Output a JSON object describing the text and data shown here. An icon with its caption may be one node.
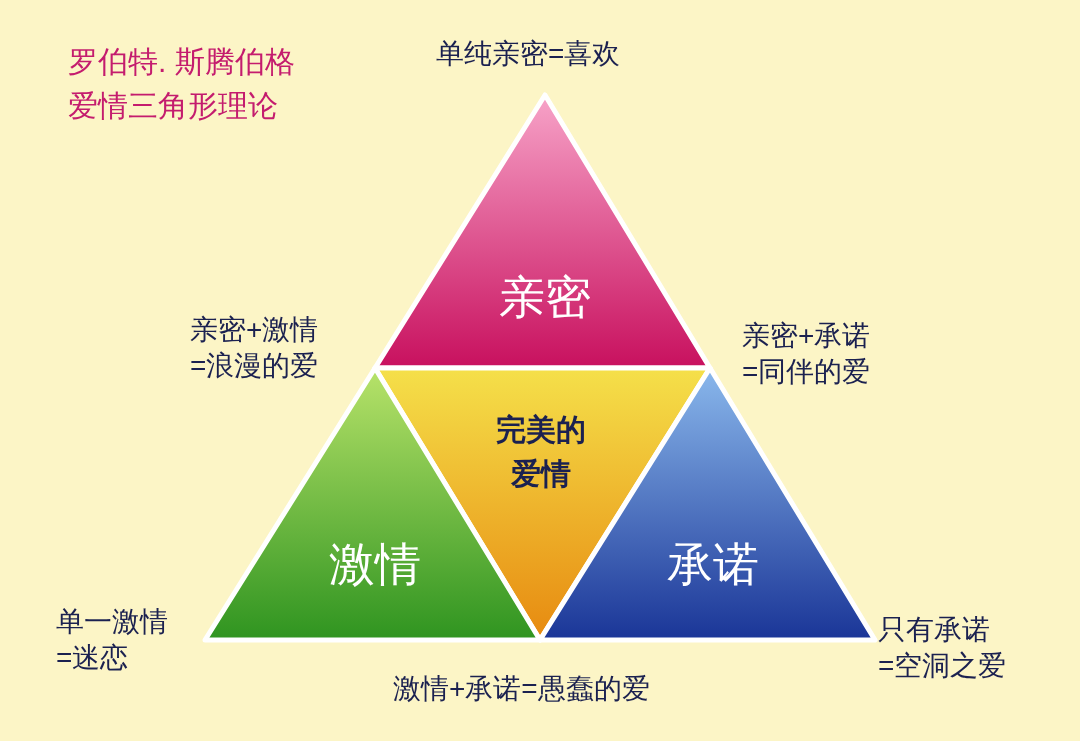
{
  "diagram": {
    "title": "罗伯特. 斯腾伯格爱情三角形理论",
    "nodes": [
      {
        "text": [
          "亲密"
        ]
      },
      {
        "text": [
          "完美的爱情"
        ]
      },
      {
        "text": [
          "激情"
        ]
      },
      {
        "text": [
          "承诺"
        ]
      }
    ],
    "labels": [
      "单纯亲密=喜欢",
      "亲密+激情=浪漫的爱",
      "亲密+承诺=同伴的爱",
      "单一激情=迷恋",
      "只有承诺=空洞之爱",
      "激情+承诺=愚蠢的爱"
    ]
  }
}
